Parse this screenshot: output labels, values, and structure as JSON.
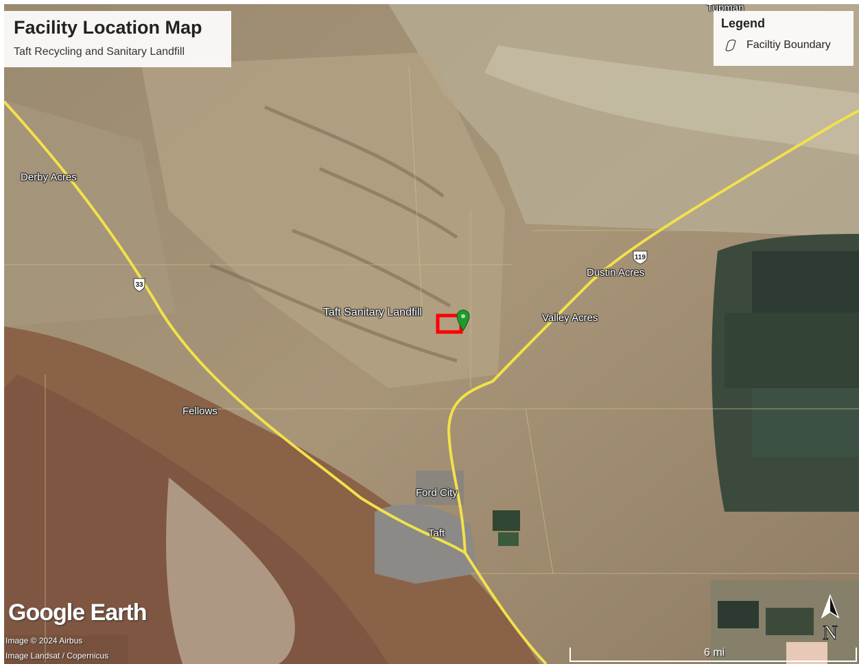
{
  "title": "Facility Location Map",
  "subtitle": "Taft Recycling and Sanitary Landfill",
  "legend": {
    "title": "Legend",
    "items": [
      {
        "label": "Faciltiy Boundary"
      }
    ]
  },
  "places": {
    "derby_acres": "Derby Acres",
    "dustin_acres": "Dustin Acres",
    "valley_acres": "Valley Acres",
    "landfill": "Taft Sanitary Landfill",
    "fellows": "Fellows",
    "ford_city": "Ford City",
    "taft": "Taft",
    "tupman": "Tupman"
  },
  "highways": {
    "route_33": "33",
    "route_119": "119"
  },
  "attribution": {
    "logo": "Google Earth",
    "imagery_credit": "Image © 2024 Airbus",
    "landsat_credit": "Image Landsat / Copernicus"
  },
  "scale": {
    "label": "6 mi"
  },
  "north_label": "N",
  "colors": {
    "facility_boundary": "#ff0000",
    "highway": "#f2e14a",
    "marker": "#1f9a2e"
  }
}
